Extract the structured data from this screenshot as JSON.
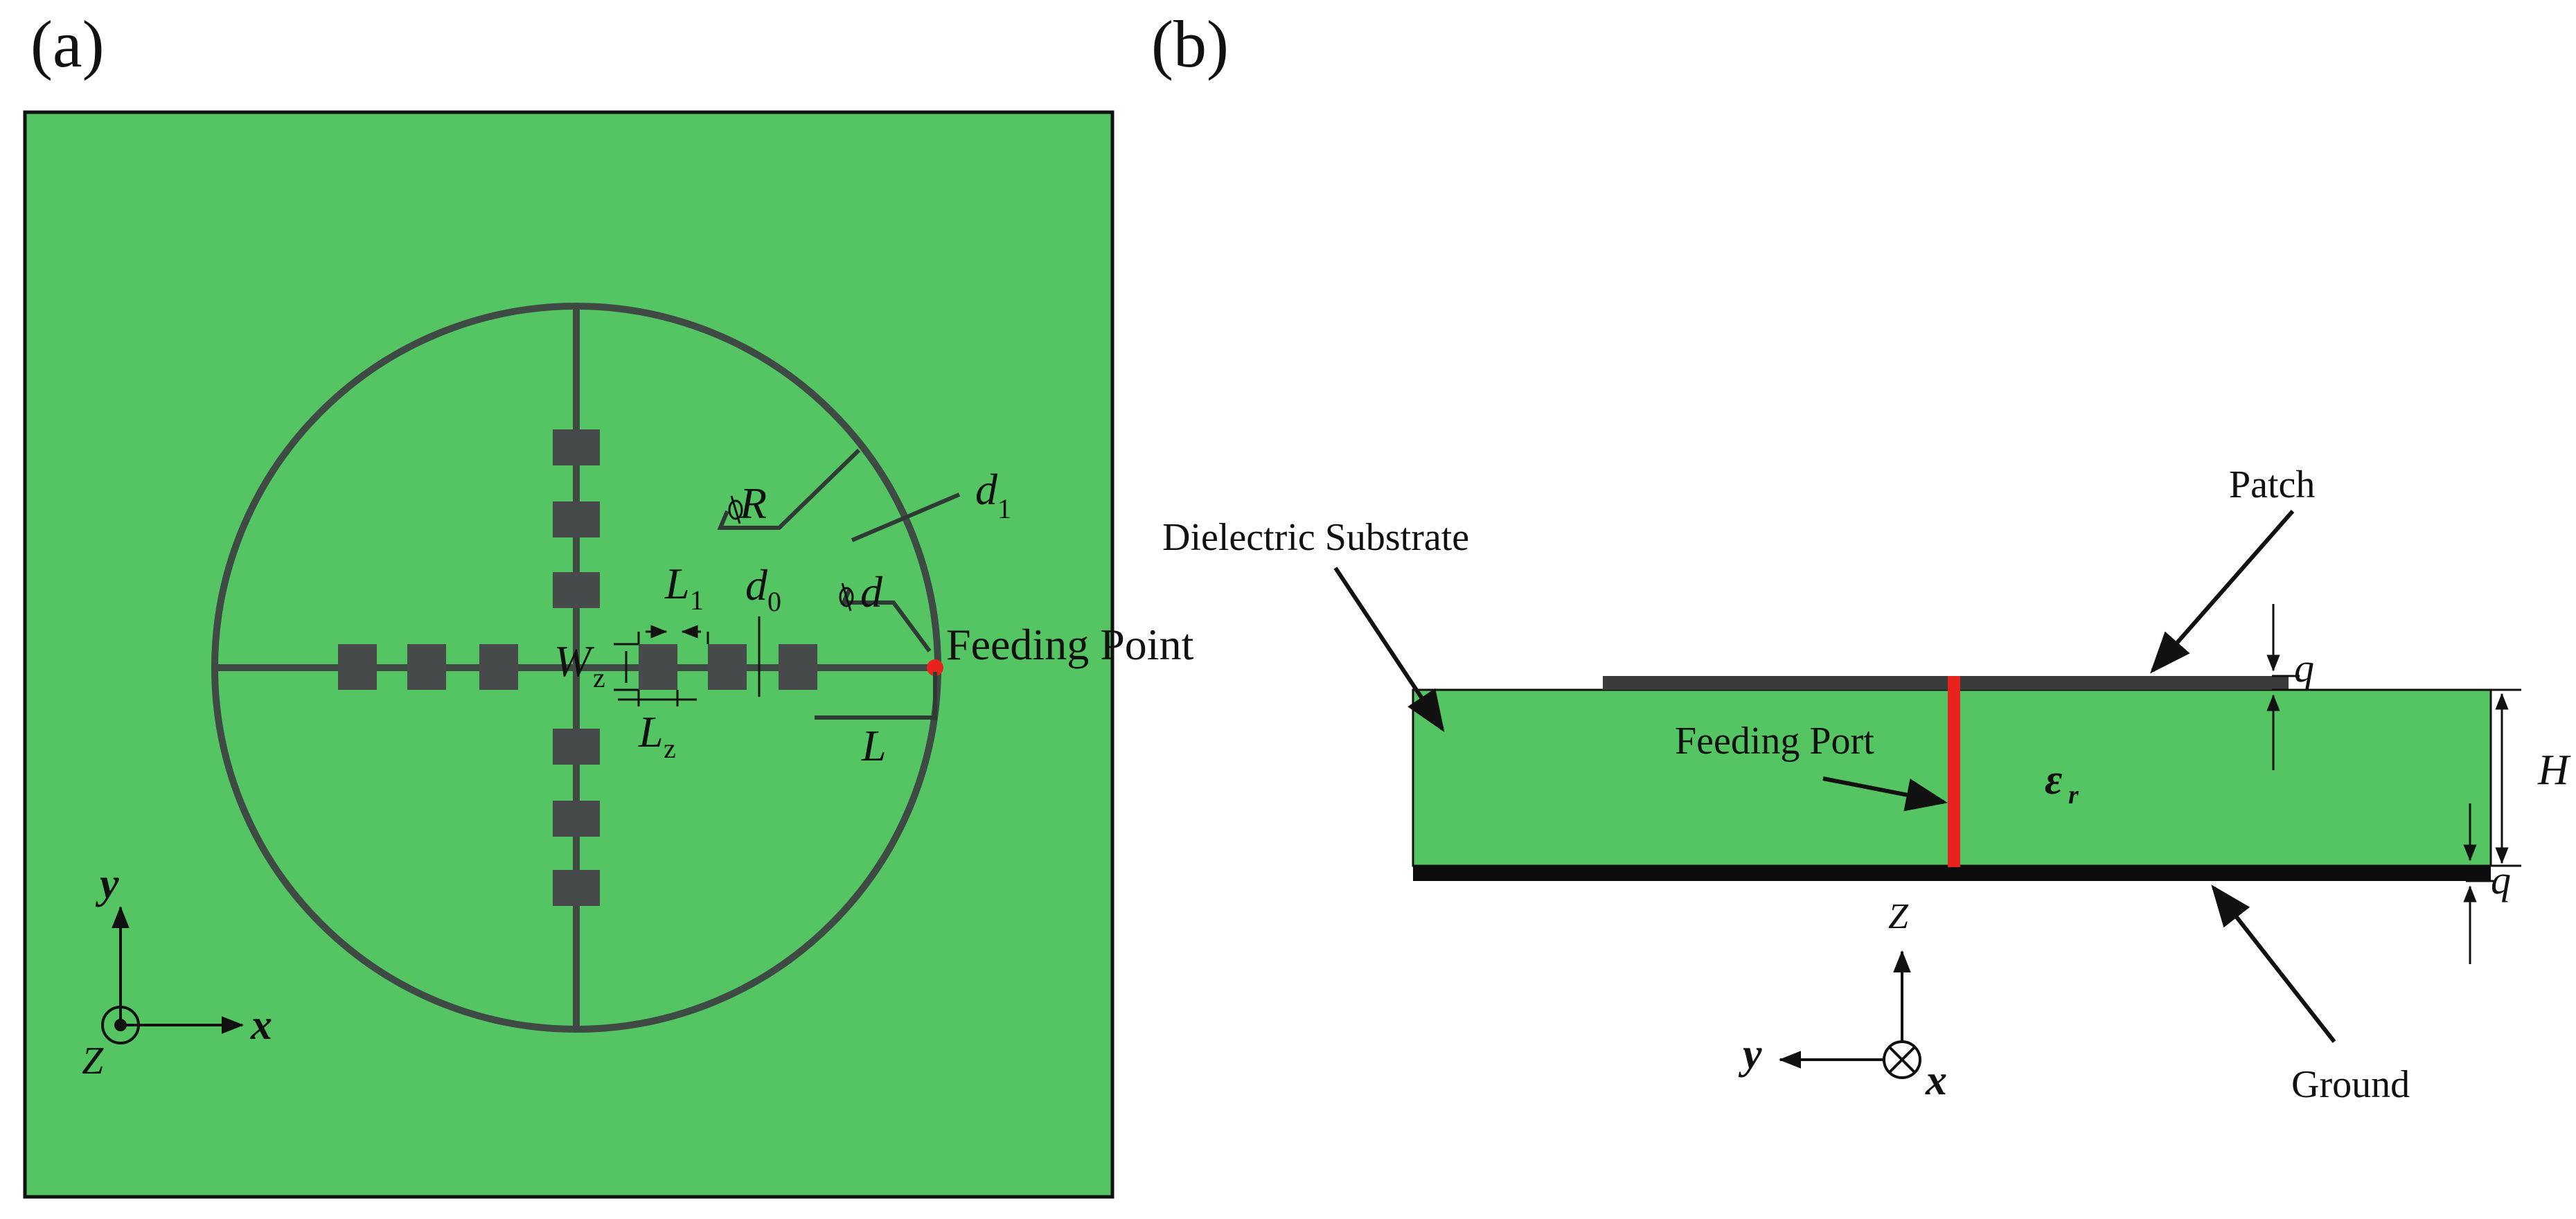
{
  "panel_a": {
    "tag": "(a)",
    "labels": {
      "R": "R",
      "d1": "d",
      "d1_sub": "1",
      "d": "d",
      "d0": "d",
      "d0_sub": "0",
      "L1": "L",
      "L1_sub": "1",
      "Wz": "W",
      "Wz_sub": "z",
      "Lz": "L",
      "Lz_sub": "z",
      "L": "L",
      "feeding_point": "Feeding Point"
    },
    "axes": {
      "y": "y",
      "x": "x",
      "z": "Z"
    }
  },
  "panel_b": {
    "tag": "(b)",
    "labels": {
      "patch": "Patch",
      "dielectric_substrate": "Dielectric Substrate",
      "feeding_port": "Feeding Port",
      "epsilon": "ε",
      "epsilon_sub": "r",
      "ground": "Ground",
      "H": "H",
      "q_top": "q",
      "q_bottom": "q"
    },
    "axes": {
      "z": "Z",
      "y": "y",
      "x": "x"
    }
  },
  "colors": {
    "board_green": "#55c463",
    "trace": "#3f4a44",
    "feed_red": "#e8231d",
    "ground": "#0d0d0d"
  }
}
